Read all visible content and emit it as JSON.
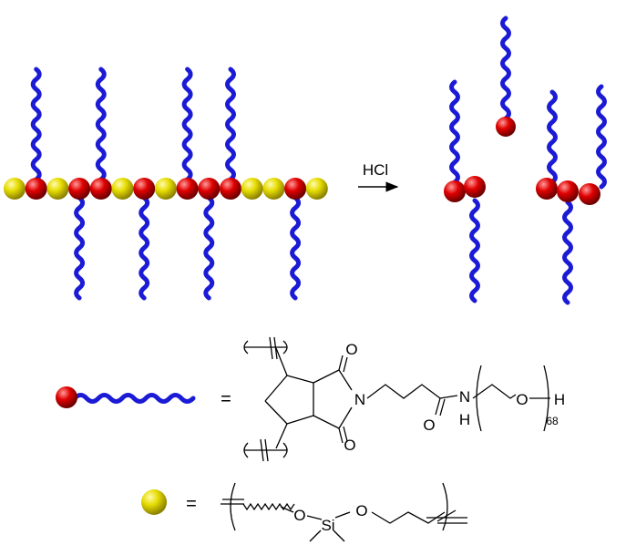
{
  "reaction": {
    "reagent": "HCl"
  },
  "legend": {
    "equals": "="
  },
  "pnb_monomer": {
    "carbonyl_top": "O",
    "carbonyl_bottom": "O",
    "imide_nitrogen": "N",
    "amide_oxygen": "O",
    "amide_nitrogen": "N",
    "amide_hydrogen": "H",
    "ether_oxygen": "O",
    "end_hydrogen": "H",
    "repeat_count": "68"
  },
  "siloxane_monomer": {
    "oxygen_left": "O",
    "silicon": "Si",
    "oxygen_right": "O"
  },
  "colors": {
    "chain": "#1b1bd6",
    "red_bead": "#e00000",
    "yellow_bead": "#e0d400",
    "line": "#000000"
  }
}
